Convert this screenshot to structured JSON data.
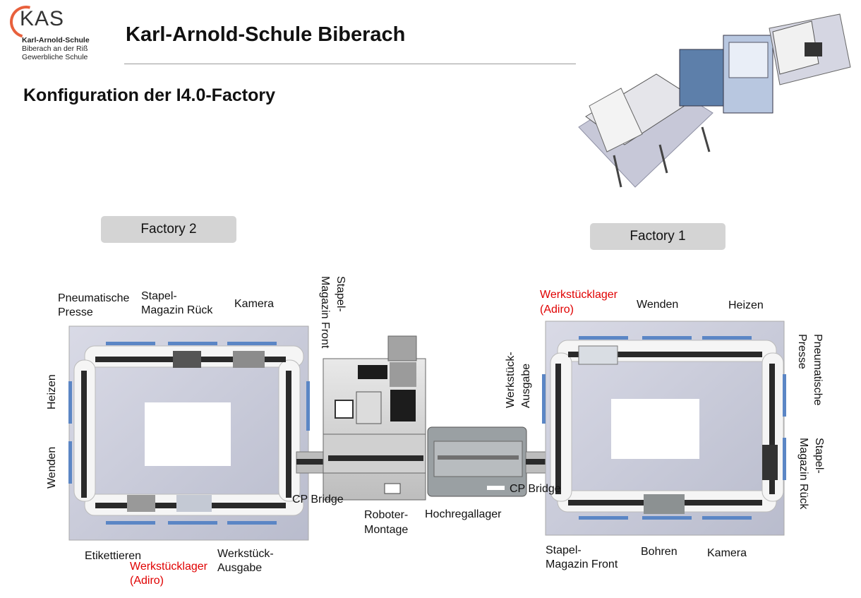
{
  "logo": {
    "mark": "KAS",
    "name": "Karl-Arnold-Schule",
    "line2": "Biberach an der Riß",
    "line3": "Gewerbliche Schule"
  },
  "header": {
    "school_title": "Karl-Arnold-Schule Biberach",
    "slide_title": "Konfiguration der I4.0-Factory"
  },
  "factories": {
    "factory2": "Factory 2",
    "factory1": "Factory 1"
  },
  "labels_factory2": {
    "pneumatische_1": "Pneumatische",
    "pneumatische_2": "Presse",
    "stapel_rueck_1": "Stapel-",
    "stapel_rueck_2": "Magazin Rück",
    "kamera": "Kamera",
    "stapel_front_1": "Stapel-",
    "stapel_front_2": "Magazin Front",
    "heizen": "Heizen",
    "wenden": "Wenden",
    "cp_bridge": "CP Bridge",
    "etikettieren": "Etikettieren",
    "werkstuecklager_1": "Werkstücklager",
    "werkstuecklager_2": "(Adiro)",
    "ausgabe_1": "Werkstück-",
    "ausgabe_2": "Ausgabe"
  },
  "labels_center": {
    "roboter_1": "Roboter-",
    "roboter_2": "Montage",
    "hochregallager": "Hochregallager"
  },
  "labels_factory1": {
    "werkstuecklager_1": "Werkstücklager",
    "werkstuecklager_2": "(Adiro)",
    "wenden": "Wenden",
    "heizen": "Heizen",
    "ausgabe_1": "Werkstück-",
    "ausgabe_2": "Ausgabe",
    "pneumatische_1": "Pneumatische",
    "pneumatische_2": "Presse",
    "stapel_rueck_1": "Stapel-",
    "stapel_rueck_2": "Magazin Rück",
    "cp_bridge": "CP Bridge",
    "stapel_front_1": "Stapel-",
    "stapel_front_2": "Magazin Front",
    "bohren": "Bohren",
    "kamera": "Kamera"
  },
  "colors": {
    "accent_red": "#e00000",
    "logo_orange": "#e8603c",
    "factory_button": "#d4d4d4",
    "platform": "#c9cbd9",
    "conveyor": "#2a2a2a",
    "station_blue": "#5b86c5"
  }
}
